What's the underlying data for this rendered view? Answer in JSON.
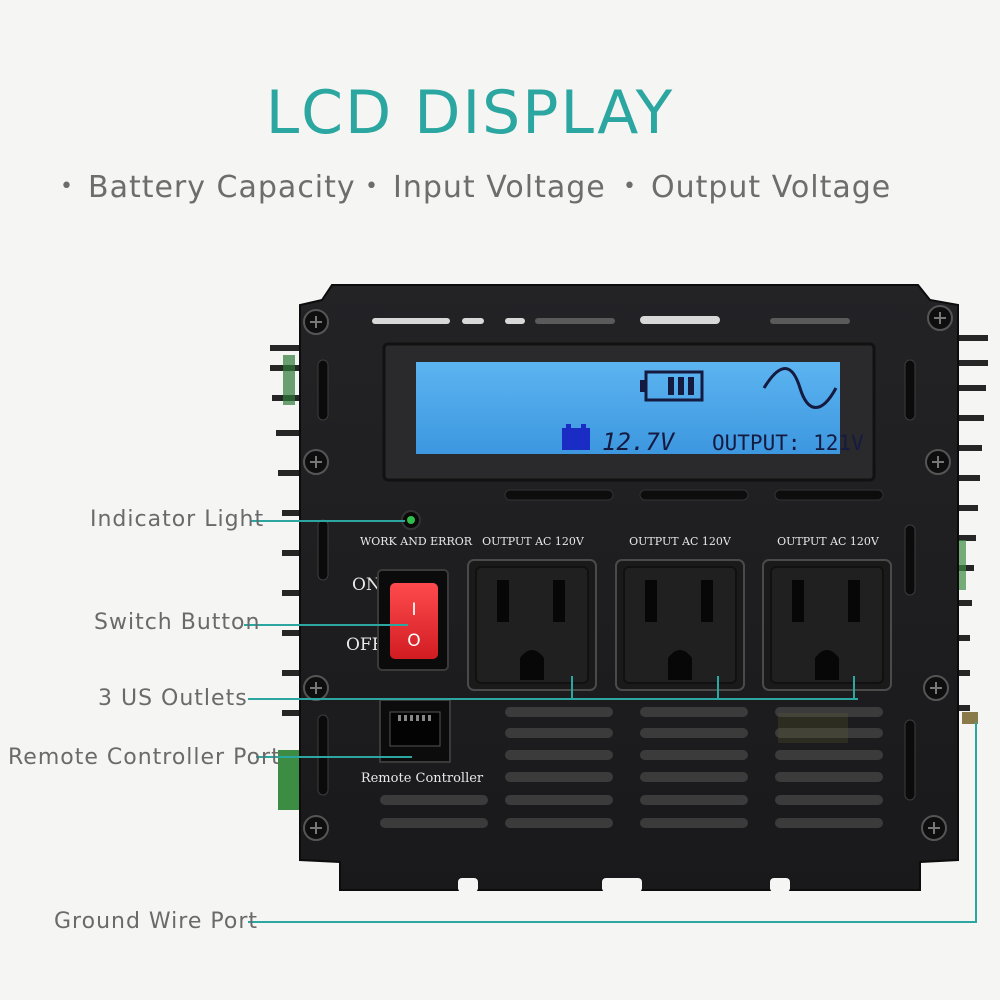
{
  "title": "LCD DISPLAY",
  "features": [
    {
      "text": "Battery Capacity"
    },
    {
      "text": "Input Voltage"
    },
    {
      "text": "Output Voltage"
    }
  ],
  "callouts": {
    "indicator": "Indicator Light",
    "switch": "Switch Button",
    "outlets": "3 US Outlets",
    "remote": "Remote Controller Port",
    "ground": "Ground Wire Port"
  },
  "device": {
    "lcd_input": "12.7V",
    "lcd_output": "OUTPUT: 121V",
    "indicator_caption": "WORK AND ERROR",
    "switch_on": "ON",
    "switch_off": "OFF",
    "switch_i": "I",
    "switch_o": "O",
    "outlet_captions": [
      "OUTPUT AC 120V",
      "OUTPUT AC 120V",
      "OUTPUT AC 120V"
    ],
    "remote_caption": "Remote Controller"
  },
  "colors": {
    "accent": "#2ba6a0",
    "lcd": "#4fa8e8",
    "chassis": "#1c1c1e",
    "switch": "#e52a2f",
    "fins": "#2f7a3a"
  }
}
